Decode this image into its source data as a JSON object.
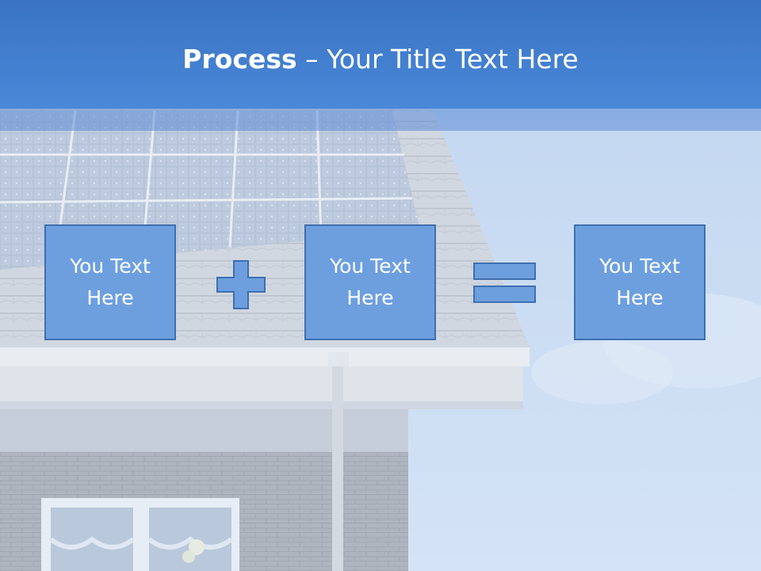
{
  "title": {
    "bold": "Process",
    "rest": " – Your Title Text Here"
  },
  "boxes": [
    {
      "text": "You Text Here"
    },
    {
      "text": "You Text Here"
    },
    {
      "text": "You Text Here"
    }
  ],
  "operators": {
    "plus": "plus-icon",
    "equals": "equals-icon"
  },
  "colors": {
    "title_bar": "#4a88d8",
    "box_fill": "#6d9fdf",
    "box_border": "#3f6fae",
    "title_text": "#ffffff"
  }
}
